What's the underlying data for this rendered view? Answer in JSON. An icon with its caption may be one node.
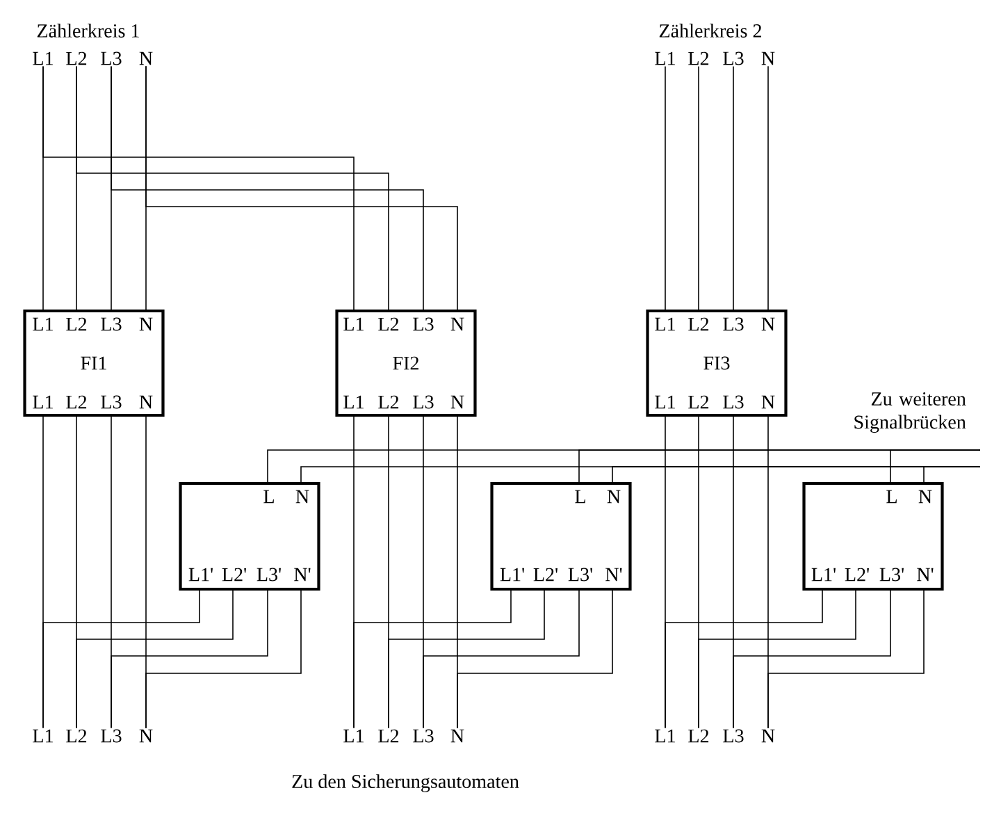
{
  "diagram": {
    "nodes": [
      {
        "text": [
          "L1"
        ]
      },
      {
        "text": [
          "L2"
        ]
      },
      {
        "text": [
          "L3"
        ]
      },
      {
        "text": [
          "N"
        ]
      },
      {
        "text": [
          "L1"
        ]
      },
      {
        "text": [
          "L2"
        ]
      },
      {
        "text": [
          "L3"
        ]
      },
      {
        "text": [
          "N"
        ]
      },
      {
        "text": [
          "L1",
          "L2",
          "L3",
          "N",
          "FI1",
          "L1",
          "L2",
          "L3",
          "N"
        ]
      },
      {
        "text": [
          "L1",
          "L2",
          "L3",
          "N",
          "FI2",
          "L1",
          "L2",
          "L3",
          "N"
        ]
      },
      {
        "text": [
          "L1",
          "L2",
          "L3",
          "N",
          "FI3",
          "L1",
          "L2",
          "L3",
          "N"
        ]
      },
      {
        "text": [
          "L",
          "N",
          "L1'",
          "L2'",
          "L3'",
          "N'"
        ]
      },
      {
        "text": [
          "L",
          "N",
          "L1'",
          "L2'",
          "L3'",
          "N'"
        ]
      },
      {
        "text": [
          "L",
          "N",
          "L1'",
          "L2'",
          "L3'",
          "N'"
        ]
      },
      {
        "text": [
          "L1"
        ]
      },
      {
        "text": [
          "L2"
        ]
      },
      {
        "text": [
          "L3"
        ]
      },
      {
        "text": [
          "N"
        ]
      },
      {
        "text": [
          "L1"
        ]
      },
      {
        "text": [
          "L2"
        ]
      },
      {
        "text": [
          "L3"
        ]
      },
      {
        "text": [
          "N"
        ]
      },
      {
        "text": [
          "L1"
        ]
      },
      {
        "text": [
          "L2"
        ]
      },
      {
        "text": [
          "L3"
        ]
      },
      {
        "text": [
          "N"
        ]
      }
    ],
    "edges": [
      {
        "from": 0,
        "to": 8,
        "arrow": "none"
      },
      {
        "from": 1,
        "to": 8,
        "arrow": "none"
      },
      {
        "from": 2,
        "to": 8,
        "arrow": "none"
      },
      {
        "from": 3,
        "to": 8,
        "arrow": "none"
      },
      {
        "from": 0,
        "to": 9,
        "arrow": "none"
      },
      {
        "from": 1,
        "to": 9,
        "arrow": "none"
      },
      {
        "from": 2,
        "to": 9,
        "arrow": "none"
      },
      {
        "from": 3,
        "to": 9,
        "arrow": "none"
      },
      {
        "from": 4,
        "to": 10,
        "arrow": "none"
      },
      {
        "from": 5,
        "to": 10,
        "arrow": "none"
      },
      {
        "from": 6,
        "to": 10,
        "arrow": "none"
      },
      {
        "from": 7,
        "to": 10,
        "arrow": "none"
      },
      {
        "from": 8,
        "to": 14,
        "arrow": "none"
      },
      {
        "from": 8,
        "to": 15,
        "arrow": "none"
      },
      {
        "from": 8,
        "to": 16,
        "arrow": "none"
      },
      {
        "from": 8,
        "to": 17,
        "arrow": "none"
      },
      {
        "from": 9,
        "to": 18,
        "arrow": "none"
      },
      {
        "from": 9,
        "to": 19,
        "arrow": "none"
      },
      {
        "from": 9,
        "to": 20,
        "arrow": "none"
      },
      {
        "from": 9,
        "to": 21,
        "arrow": "none"
      },
      {
        "from": 10,
        "to": 22,
        "arrow": "none"
      },
      {
        "from": 10,
        "to": 23,
        "arrow": "none"
      },
      {
        "from": 10,
        "to": 24,
        "arrow": "none"
      },
      {
        "from": 10,
        "to": 25,
        "arrow": "none"
      },
      {
        "from": 11,
        "to": 14,
        "arrow": "none"
      },
      {
        "from": 11,
        "to": 15,
        "arrow": "none"
      },
      {
        "from": 11,
        "to": 16,
        "arrow": "none"
      },
      {
        "from": 11,
        "to": 17,
        "arrow": "none"
      },
      {
        "from": 12,
        "to": 18,
        "arrow": "none"
      },
      {
        "from": 12,
        "to": 19,
        "arrow": "none"
      },
      {
        "from": 12,
        "to": 20,
        "arrow": "none"
      },
      {
        "from": 12,
        "to": 21,
        "arrow": "none"
      },
      {
        "from": 13,
        "to": 22,
        "arrow": "none"
      },
      {
        "from": 13,
        "to": 23,
        "arrow": "none"
      },
      {
        "from": 13,
        "to": 24,
        "arrow": "none"
      },
      {
        "from": 13,
        "to": 25,
        "arrow": "none"
      },
      {
        "from": null,
        "to": 11,
        "arrow": "none"
      },
      {
        "from": null,
        "to": 11,
        "arrow": "none"
      },
      {
        "from": null,
        "to": 12,
        "arrow": "none"
      },
      {
        "from": null,
        "to": 12,
        "arrow": "none"
      },
      {
        "from": null,
        "to": 13,
        "arrow": "none"
      },
      {
        "from": null,
        "to": 13,
        "arrow": "none"
      }
    ],
    "labels": [
      "Zählerkreis 1",
      "Zählerkreis 2",
      "Zu weiteren Signalbrücken",
      "Zu den Sicherungsautomaten"
    ]
  }
}
